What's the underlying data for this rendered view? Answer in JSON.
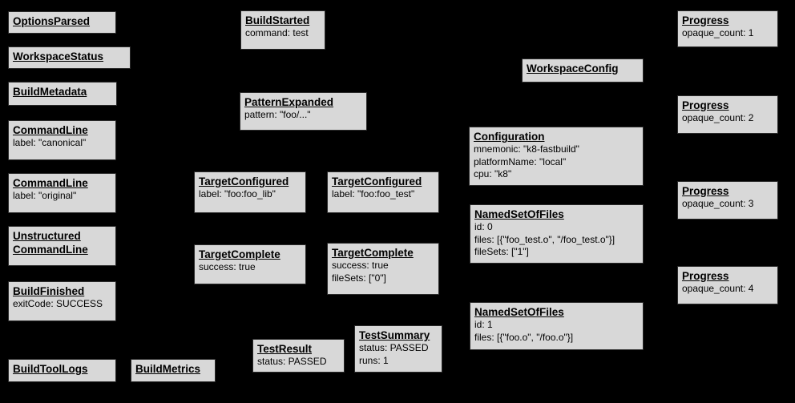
{
  "diagram": {
    "colors": {
      "background": "#000000",
      "node_fill": "#d8d8d8",
      "node_border": "#2b2b2b",
      "text": "#000000"
    },
    "nodes": [
      {
        "title": "OptionsParsed",
        "lines": []
      },
      {
        "title": "WorkspaceStatus",
        "lines": []
      },
      {
        "title": "BuildMetadata",
        "lines": []
      },
      {
        "title": "CommandLine",
        "lines": [
          "label: \"canonical\""
        ]
      },
      {
        "title": "CommandLine",
        "lines": [
          "label: \"original\""
        ]
      },
      {
        "title": "Unstructured\nCommandLine",
        "lines": []
      },
      {
        "title": "BuildFinished",
        "lines": [
          "exitCode: SUCCESS"
        ]
      },
      {
        "title": "BuildToolLogs",
        "lines": []
      },
      {
        "title": "BuildMetrics",
        "lines": []
      },
      {
        "title": "BuildStarted",
        "lines": [
          "command: test"
        ]
      },
      {
        "title": "PatternExpanded",
        "lines": [
          "pattern: \"foo/...\""
        ]
      },
      {
        "title": "TargetConfigured",
        "lines": [
          "label: \"foo:foo_lib\""
        ]
      },
      {
        "title": "TargetConfigured",
        "lines": [
          "label: \"foo:foo_test\""
        ]
      },
      {
        "title": "TargetComplete",
        "lines": [
          "success: true"
        ]
      },
      {
        "title": "TargetComplete",
        "lines": [
          "success: true",
          "fileSets: [\"0\"]"
        ]
      },
      {
        "title": "TestResult",
        "lines": [
          "status: PASSED"
        ]
      },
      {
        "title": "TestSummary",
        "lines": [
          "status: PASSED",
          "runs: 1"
        ]
      },
      {
        "title": "WorkspaceConfig",
        "lines": []
      },
      {
        "title": "Configuration",
        "lines": [
          "mnemonic: \"k8-fastbuild\"",
          "platformName: \"local\"",
          "cpu: \"k8\""
        ]
      },
      {
        "title": "NamedSetOfFiles",
        "lines": [
          "id: 0",
          "files: [{\"foo_test.o\", \"/foo_test.o\"}]",
          "fileSets: [\"1\"]"
        ]
      },
      {
        "title": "NamedSetOfFiles",
        "lines": [
          "id: 1",
          "files: [{\"foo.o\", \"/foo.o\"}]"
        ]
      },
      {
        "title": "Progress",
        "lines": [
          "opaque_count: 1"
        ]
      },
      {
        "title": "Progress",
        "lines": [
          "opaque_count: 2"
        ]
      },
      {
        "title": "Progress",
        "lines": [
          "opaque_count: 3"
        ]
      },
      {
        "title": "Progress",
        "lines": [
          "opaque_count: 4"
        ]
      }
    ]
  }
}
